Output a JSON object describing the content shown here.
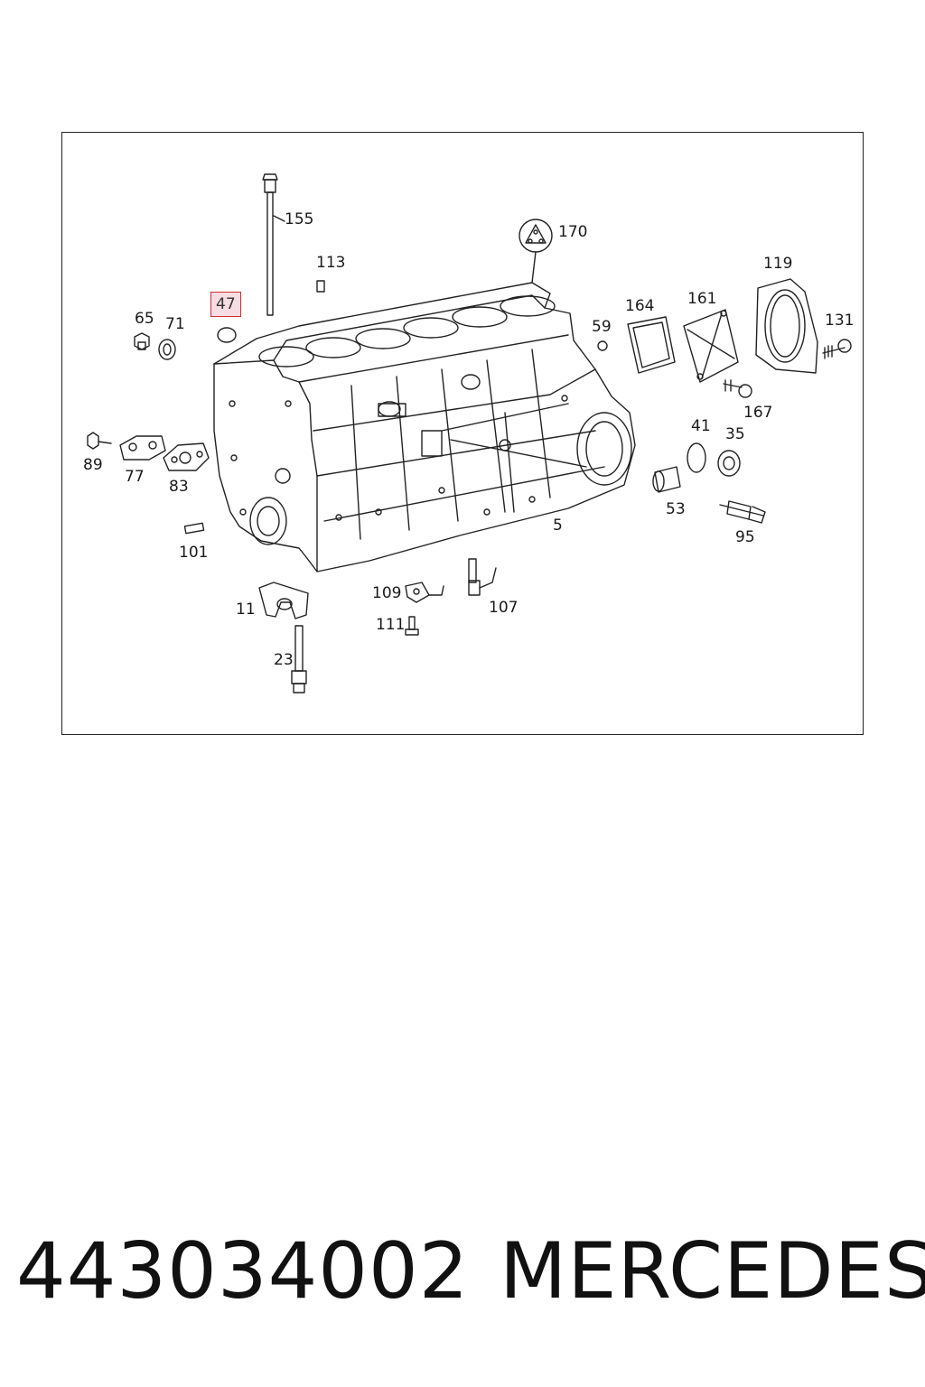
{
  "diagram": {
    "labels": [
      {
        "id": "155",
        "text": "155",
        "highlight": false
      },
      {
        "id": "113",
        "text": "113",
        "highlight": false
      },
      {
        "id": "170",
        "text": "170",
        "highlight": false
      },
      {
        "id": "119",
        "text": "119",
        "highlight": false
      },
      {
        "id": "47",
        "text": "47",
        "highlight": true
      },
      {
        "id": "65",
        "text": "65",
        "highlight": false
      },
      {
        "id": "71",
        "text": "71",
        "highlight": false
      },
      {
        "id": "164",
        "text": "164",
        "highlight": false
      },
      {
        "id": "161",
        "text": "161",
        "highlight": false
      },
      {
        "id": "59",
        "text": "59",
        "highlight": false
      },
      {
        "id": "131",
        "text": "131",
        "highlight": false
      },
      {
        "id": "167",
        "text": "167",
        "highlight": false
      },
      {
        "id": "41",
        "text": "41",
        "highlight": false
      },
      {
        "id": "35",
        "text": "35",
        "highlight": false
      },
      {
        "id": "89",
        "text": "89",
        "highlight": false
      },
      {
        "id": "77",
        "text": "77",
        "highlight": false
      },
      {
        "id": "83",
        "text": "83",
        "highlight": false
      },
      {
        "id": "53",
        "text": "53",
        "highlight": false
      },
      {
        "id": "5",
        "text": "5",
        "highlight": false
      },
      {
        "id": "95",
        "text": "95",
        "highlight": false
      },
      {
        "id": "101",
        "text": "101",
        "highlight": false
      },
      {
        "id": "109",
        "text": "109",
        "highlight": false
      },
      {
        "id": "107",
        "text": "107",
        "highlight": false
      },
      {
        "id": "11",
        "text": "11",
        "highlight": false
      },
      {
        "id": "111",
        "text": "111",
        "highlight": false
      },
      {
        "id": "23",
        "text": "23",
        "highlight": false
      }
    ],
    "highlight_color": "#d32f2f"
  },
  "caption": {
    "part_number": "443034002",
    "brand": "MERCEDES"
  }
}
